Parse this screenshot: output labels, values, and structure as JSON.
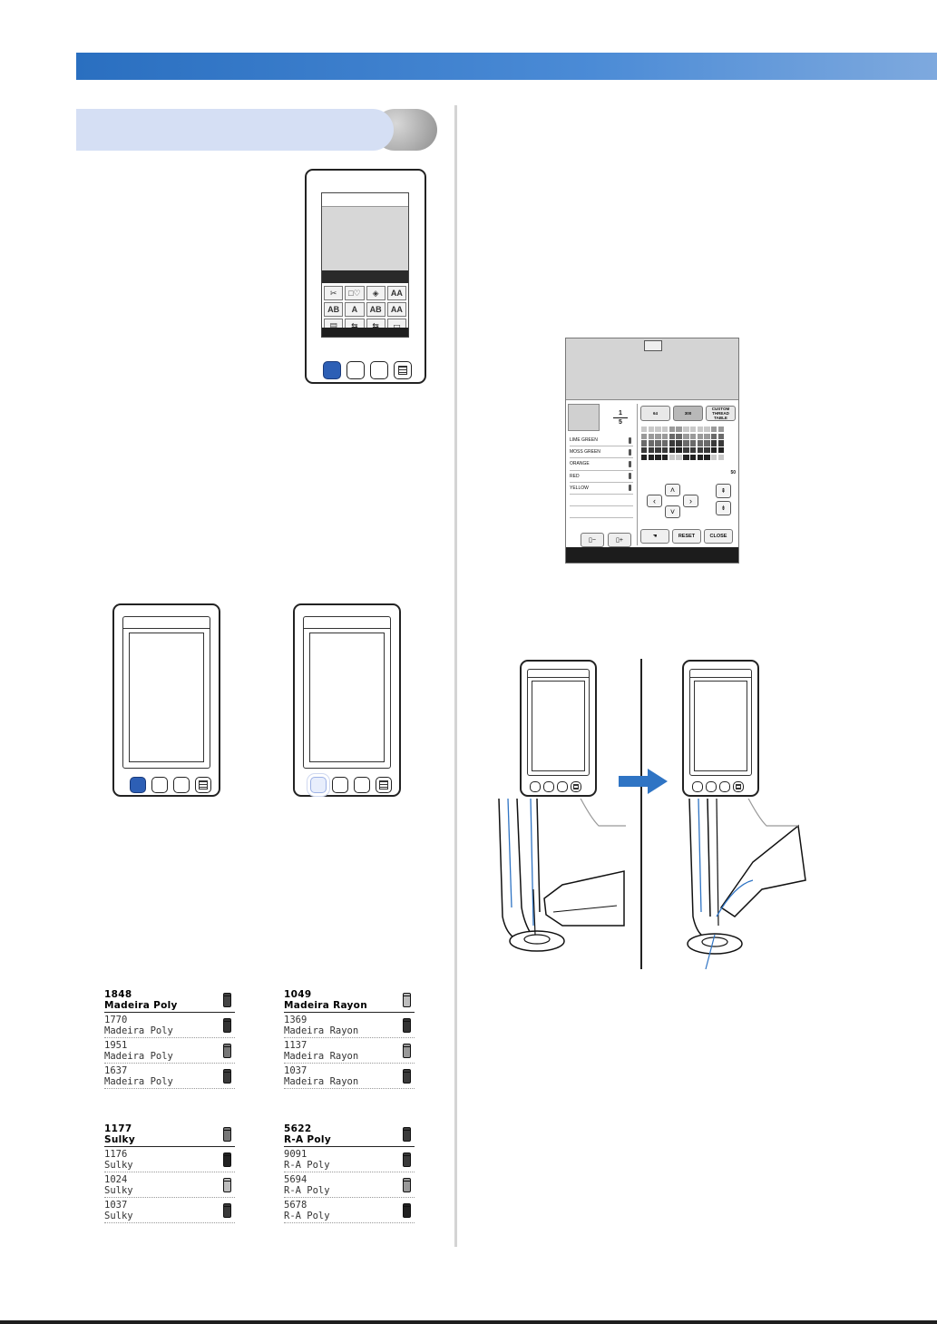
{
  "color_screen": {
    "fraction_num": "1",
    "fraction_den": "5",
    "thread_list": [
      "LIME GREEN",
      "MOSS GREEN",
      "ORANGE",
      "RED",
      "YELLOW"
    ],
    "tabs": [
      "64",
      "300",
      "CUSTOM THREAD TABLE"
    ],
    "palette_count": "50",
    "buttons": {
      "reset": "RESET",
      "close": "CLOSE"
    }
  },
  "thread_lists": [
    {
      "rows": [
        {
          "number": "1848",
          "brand": "Madeira Poly",
          "spool": "#444444"
        },
        {
          "number": "1770",
          "brand": "Madeira Poly",
          "spool": "#333333"
        },
        {
          "number": "1951",
          "brand": "Madeira Poly",
          "spool": "#777777"
        },
        {
          "number": "1637",
          "brand": "Madeira Poly",
          "spool": "#3a3a3a"
        }
      ]
    },
    {
      "rows": [
        {
          "number": "1049",
          "brand": "Madeira Rayon",
          "spool": "#bdbdbd"
        },
        {
          "number": "1369",
          "brand": "Madeira Rayon",
          "spool": "#333333"
        },
        {
          "number": "1137",
          "brand": "Madeira Rayon",
          "spool": "#999999"
        },
        {
          "number": "1037",
          "brand": "Madeira Rayon",
          "spool": "#3a3a3a"
        }
      ]
    },
    {
      "rows": [
        {
          "number": "1177",
          "brand": "Sulky",
          "spool": "#777777"
        },
        {
          "number": "1176",
          "brand": "Sulky",
          "spool": "#222222"
        },
        {
          "number": "1024",
          "brand": "Sulky",
          "spool": "#bdbdbd"
        },
        {
          "number": "1037",
          "brand": "Sulky",
          "spool": "#3a3a3a"
        }
      ]
    },
    {
      "rows": [
        {
          "number": "5622",
          "brand": "R-A Poly",
          "spool": "#3a3a3a"
        },
        {
          "number": "9091",
          "brand": "R-A Poly",
          "spool": "#3a3a3a"
        },
        {
          "number": "5694",
          "brand": "R-A Poly",
          "spool": "#999999"
        },
        {
          "number": "5678",
          "brand": "R-A Poly",
          "spool": "#222222"
        }
      ]
    }
  ],
  "icons": [
    "home-button-icon",
    "menu-button-icon",
    "arrow-right-icon",
    "hand-press-icon",
    "needle-threader-icon"
  ]
}
